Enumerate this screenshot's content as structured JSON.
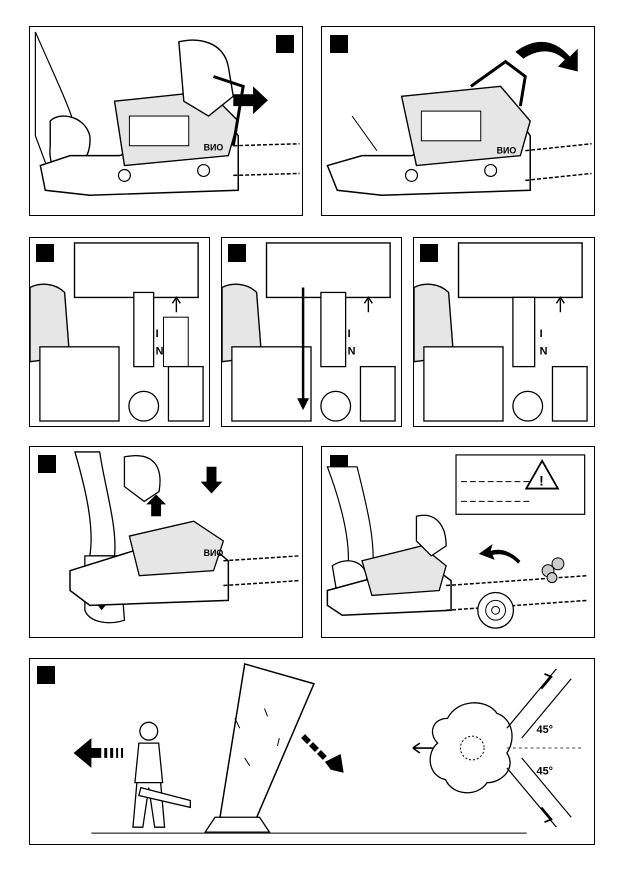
{
  "figures": [
    {
      "id": "fig-1",
      "description_icon": "hand-pull-chain-brake-icon"
    },
    {
      "id": "fig-2",
      "description_icon": "chain-brake-forward-icon"
    },
    {
      "id": "fig-3",
      "description_icon": "choke-lever-position-icon"
    },
    {
      "id": "fig-4",
      "description_icon": "choke-pull-down-icon"
    },
    {
      "id": "fig-5",
      "description_icon": "choke-run-position-icon"
    },
    {
      "id": "fig-6",
      "description_icon": "starting-pull-cord-icon"
    },
    {
      "id": "fig-7",
      "description_icon": "cutting-log-kickback-icon"
    },
    {
      "id": "fig-8",
      "description_icon": "tree-felling-escape-icon"
    }
  ],
  "switch_labels": {
    "on": "I",
    "off": "N"
  },
  "felling": {
    "angle_top": "45°",
    "angle_bottom": "45°"
  },
  "colors": {
    "line": "#000000",
    "background": "#ffffff",
    "shade": "#d9d9d9"
  }
}
